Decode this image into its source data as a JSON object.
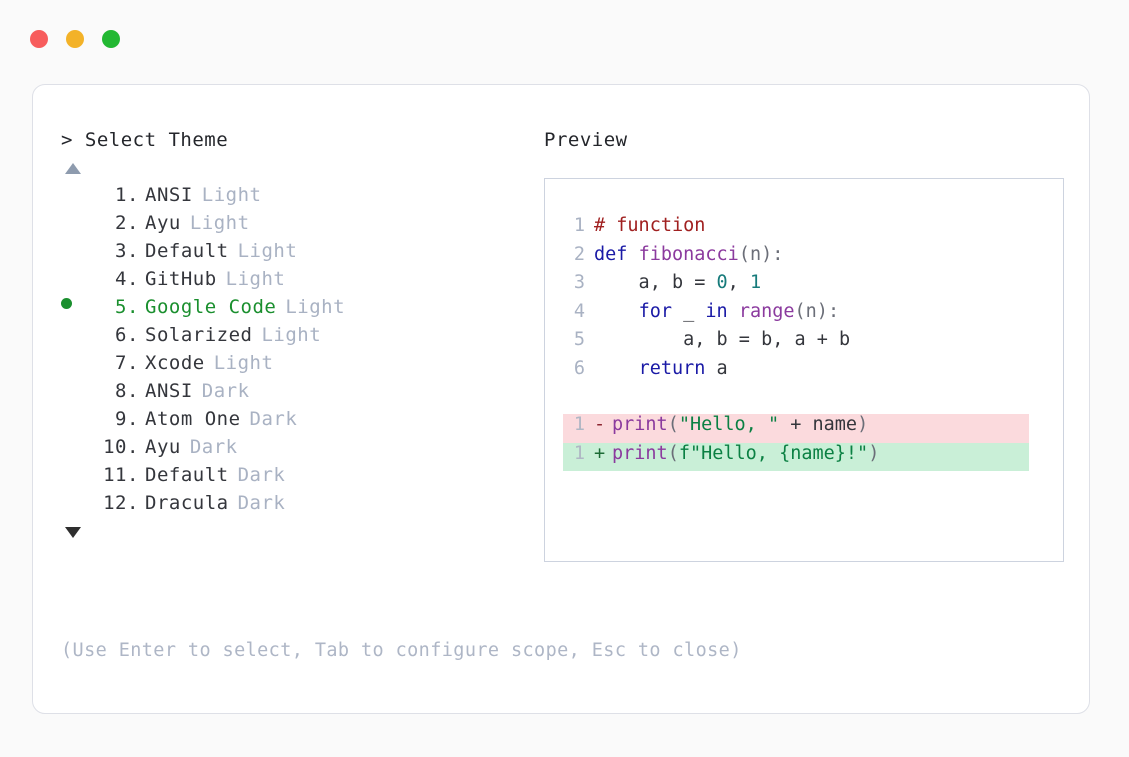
{
  "window": {
    "traffic_lights": [
      {
        "name": "close",
        "color": "#F75C5C"
      },
      {
        "name": "minimize",
        "color": "#F3B228"
      },
      {
        "name": "maximize",
        "color": "#22B832"
      }
    ]
  },
  "left_panel": {
    "prompt": "> Select Theme",
    "scroll_up_icon": "triangle-up-icon",
    "scroll_down_icon": "triangle-down-icon",
    "selected_index": 5,
    "selected_bullet_color": "#1A8F2E",
    "themes": [
      {
        "num": "1",
        "name": "ANSI",
        "variant": "Light",
        "selected": false
      },
      {
        "num": "2",
        "name": "Ayu",
        "variant": "Light",
        "selected": false
      },
      {
        "num": "3",
        "name": "Default",
        "variant": "Light",
        "selected": false
      },
      {
        "num": "4",
        "name": "GitHub",
        "variant": "Light",
        "selected": false
      },
      {
        "num": "5",
        "name": "Google Code",
        "variant": "Light",
        "selected": true
      },
      {
        "num": "6",
        "name": "Solarized",
        "variant": "Light",
        "selected": false
      },
      {
        "num": "7",
        "name": "Xcode",
        "variant": "Light",
        "selected": false
      },
      {
        "num": "8",
        "name": "ANSI",
        "variant": "Dark",
        "selected": false
      },
      {
        "num": "9",
        "name": "Atom One",
        "variant": "Dark",
        "selected": false
      },
      {
        "num": "10",
        "name": "Ayu",
        "variant": "Dark",
        "selected": false
      },
      {
        "num": "11",
        "name": "Default",
        "variant": "Dark",
        "selected": false
      },
      {
        "num": "12",
        "name": "Dracula",
        "variant": "Dark",
        "selected": false
      }
    ],
    "hint": "(Use Enter to select, Tab to configure scope, Esc to close)"
  },
  "right_panel": {
    "title": "Preview",
    "code_lines": [
      {
        "gutter": "1",
        "tokens": [
          {
            "t": "# function",
            "c": "com"
          }
        ]
      },
      {
        "gutter": "2",
        "tokens": [
          {
            "t": "def ",
            "c": "kw"
          },
          {
            "t": "fibonacci",
            "c": "fn"
          },
          {
            "t": "(n):",
            "c": "pun"
          }
        ]
      },
      {
        "gutter": "3",
        "tokens": [
          {
            "t": "    a, b = ",
            "c": "pl"
          },
          {
            "t": "0",
            "c": "num"
          },
          {
            "t": ", ",
            "c": "pl"
          },
          {
            "t": "1",
            "c": "num"
          }
        ]
      },
      {
        "gutter": "4",
        "tokens": [
          {
            "t": "    ",
            "c": "pl"
          },
          {
            "t": "for",
            "c": "kw"
          },
          {
            "t": " _ ",
            "c": "pl"
          },
          {
            "t": "in",
            "c": "kw"
          },
          {
            "t": " ",
            "c": "pl"
          },
          {
            "t": "range",
            "c": "fn"
          },
          {
            "t": "(n):",
            "c": "pun"
          }
        ]
      },
      {
        "gutter": "5",
        "tokens": [
          {
            "t": "        a, b = b, a + b",
            "c": "pl"
          }
        ]
      },
      {
        "gutter": "6",
        "tokens": [
          {
            "t": "    ",
            "c": "pl"
          },
          {
            "t": "return",
            "c": "kw"
          },
          {
            "t": " a",
            "c": "pl"
          }
        ]
      }
    ],
    "diff_lines": [
      {
        "gutter": "1",
        "sign": "-",
        "kind": "del",
        "bg": "#FBDADD",
        "tokens": [
          {
            "t": "print",
            "c": "fn"
          },
          {
            "t": "(",
            "c": "pun"
          },
          {
            "t": "\"Hello, \"",
            "c": "str"
          },
          {
            "t": " + name",
            "c": "pl"
          },
          {
            "t": ")",
            "c": "pun"
          }
        ]
      },
      {
        "gutter": "1",
        "sign": "+",
        "kind": "add",
        "bg": "#C9EFD7",
        "tokens": [
          {
            "t": "print",
            "c": "fn"
          },
          {
            "t": "(",
            "c": "pun"
          },
          {
            "t": "f\"Hello, {name}!\"",
            "c": "str"
          },
          {
            "t": ")",
            "c": "pun"
          }
        ]
      }
    ]
  }
}
